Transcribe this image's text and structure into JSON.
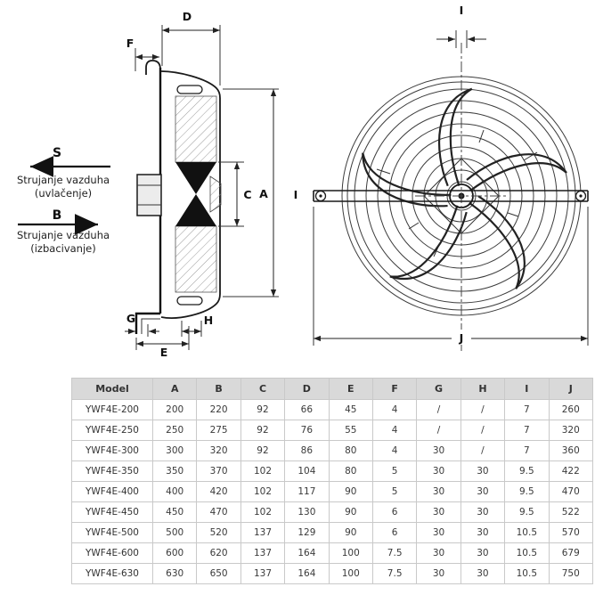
{
  "diagrams": {
    "side_view": {
      "dims": {
        "D": "D",
        "F": "F",
        "C": "C",
        "A": "A",
        "I": "I",
        "G": "G",
        "H": "H",
        "E": "E"
      },
      "flow_suction": {
        "letter": "S",
        "line1": "Strujanje vazduha",
        "line2": "(uvlačenje)"
      },
      "flow_discharge": {
        "letter": "B",
        "line1": "Strujanje vazduha",
        "line2": "(izbacivanje)"
      }
    },
    "front_view": {
      "dims": {
        "I": "I",
        "J": "J"
      }
    }
  },
  "table": {
    "headers": [
      "Model",
      "A",
      "B",
      "C",
      "D",
      "E",
      "F",
      "G",
      "H",
      "I",
      "J"
    ],
    "rows": [
      [
        "YWF4E-200",
        "200",
        "220",
        "92",
        "66",
        "45",
        "4",
        "/",
        "/",
        "7",
        "260"
      ],
      [
        "YWF4E-250",
        "250",
        "275",
        "92",
        "76",
        "55",
        "4",
        "/",
        "/",
        "7",
        "320"
      ],
      [
        "YWF4E-300",
        "300",
        "320",
        "92",
        "86",
        "80",
        "4",
        "30",
        "/",
        "7",
        "360"
      ],
      [
        "YWF4E-350",
        "350",
        "370",
        "102",
        "104",
        "80",
        "5",
        "30",
        "30",
        "9.5",
        "422"
      ],
      [
        "YWF4E-400",
        "400",
        "420",
        "102",
        "117",
        "90",
        "5",
        "30",
        "30",
        "9.5",
        "470"
      ],
      [
        "YWF4E-450",
        "450",
        "470",
        "102",
        "130",
        "90",
        "6",
        "30",
        "30",
        "9.5",
        "522"
      ],
      [
        "YWF4E-500",
        "500",
        "520",
        "137",
        "129",
        "90",
        "6",
        "30",
        "30",
        "10.5",
        "570"
      ],
      [
        "YWF4E-600",
        "600",
        "620",
        "137",
        "164",
        "100",
        "7.5",
        "30",
        "30",
        "10.5",
        "679"
      ],
      [
        "YWF4E-630",
        "630",
        "650",
        "137",
        "164",
        "100",
        "7.5",
        "30",
        "30",
        "10.5",
        "750"
      ]
    ]
  }
}
